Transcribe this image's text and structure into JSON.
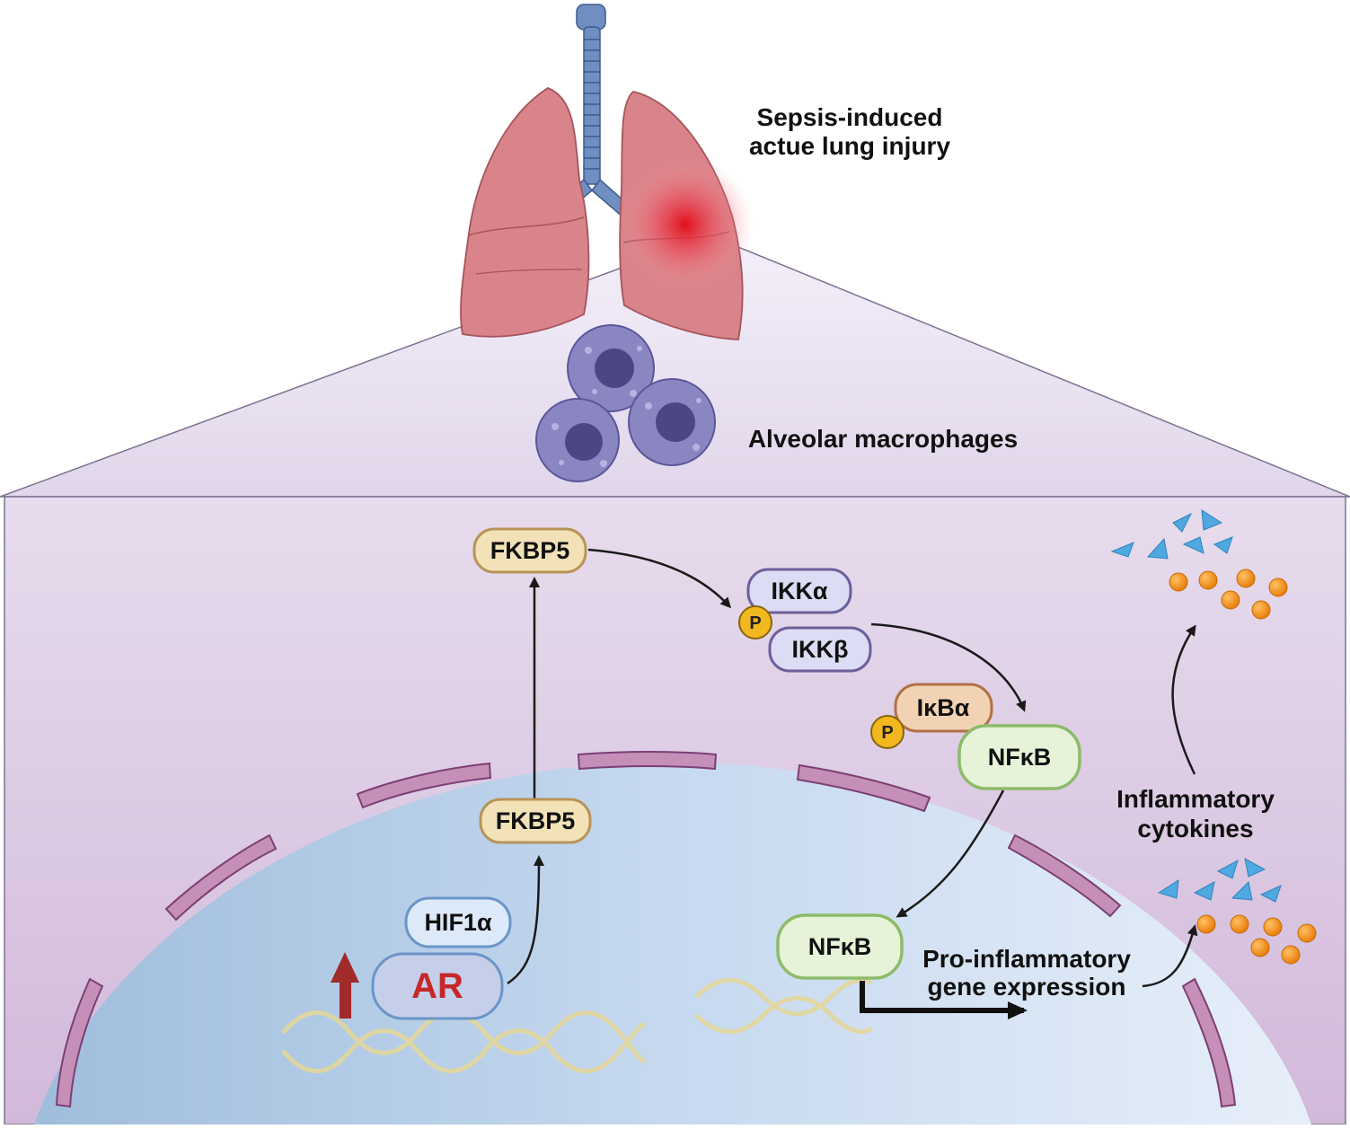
{
  "title": "Sepsis-induced actue lung injury",
  "title_lines": [
    "Sepsis-induced",
    "actue lung injury"
  ],
  "macrophage_label": "Alveolar macrophages",
  "nodes": {
    "fkbp5_cytoplasm": "FKBP5",
    "fkbp5_nucleus": "FKBP5",
    "ikk_alpha": "IKKα",
    "ikk_beta": "IKKβ",
    "ikba": "IκBα",
    "nfkb_cytoplasm": "NFκB",
    "nfkb_nucleus": "NFκB",
    "hif1a": "HIF1α",
    "ar": "AR",
    "phospho_ikk": "P",
    "phospho_ikba": "P"
  },
  "pro_inflammatory_lines": [
    "Pro-inflammatory",
    "gene expression"
  ],
  "cytokine_lines": [
    "Inflammatory",
    "cytokines"
  ],
  "colors": {
    "cell_background": "#d9c4e0",
    "nucleus": "#c9dbef",
    "membrane_segment": "#c58fb8",
    "fkbp5_fill": "#f3e2b8",
    "fkbp5_stroke": "#b89458",
    "ikk_fill": "#dcdcf4",
    "ikk_stroke": "#6d5f9a",
    "nfkb_fill": "#e6f3d8",
    "nfkb_stroke": "#8dbb6a",
    "ikba_fill": "#f1d3b4",
    "ikba_stroke": "#b07048",
    "phospho_fill": "#f2b81f",
    "hif1a_fill": "#dce9f8",
    "hif1a_stroke": "#6b95c8",
    "ar_fill": "#c5cfe9",
    "ar_text": "#c62828",
    "up_arrow": "#a12a2a",
    "lung": "#d9848a",
    "trachea": "#6f8fc2",
    "macrophage": "#8a86c2",
    "cytokine_triangle": "#4fa8df",
    "cytokine_dot": "#f08a10"
  }
}
